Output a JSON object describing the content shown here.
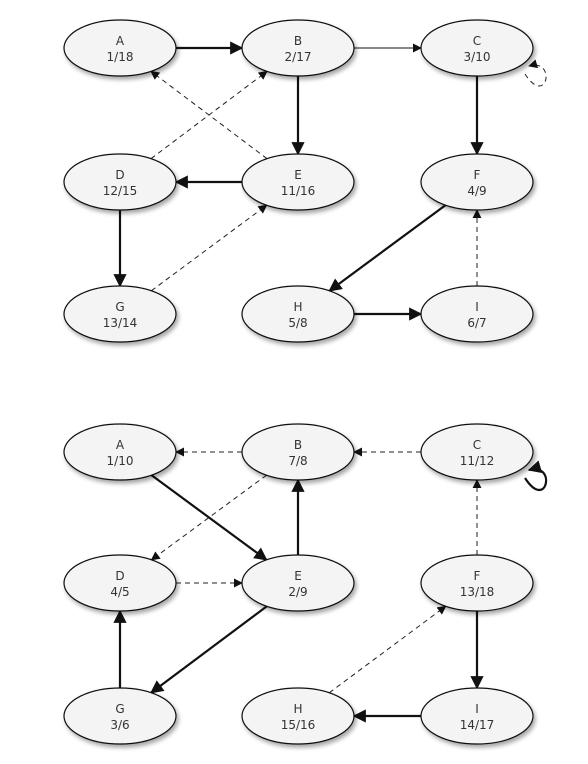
{
  "graphs": [
    {
      "nodes": [
        {
          "id": "A",
          "label": "A",
          "time": "1/18"
        },
        {
          "id": "B",
          "label": "B",
          "time": "2/17"
        },
        {
          "id": "C",
          "label": "C",
          "time": "3/10"
        },
        {
          "id": "D",
          "label": "D",
          "time": "12/15"
        },
        {
          "id": "E",
          "label": "E",
          "time": "11/16"
        },
        {
          "id": "F",
          "label": "F",
          "time": "4/9"
        },
        {
          "id": "G",
          "label": "G",
          "time": "13/14"
        },
        {
          "id": "H",
          "label": "H",
          "time": "5/8"
        },
        {
          "id": "I",
          "label": "I",
          "time": "6/7"
        }
      ],
      "edges": [
        {
          "from": "A",
          "to": "B",
          "style": "tree"
        },
        {
          "from": "B",
          "to": "C",
          "style": "thin"
        },
        {
          "from": "B",
          "to": "E",
          "style": "tree"
        },
        {
          "from": "C",
          "to": "F",
          "style": "tree"
        },
        {
          "from": "C",
          "to": "C",
          "style": "dashed"
        },
        {
          "from": "E",
          "to": "A",
          "style": "dashed"
        },
        {
          "from": "D",
          "to": "B",
          "style": "dashed"
        },
        {
          "from": "E",
          "to": "D",
          "style": "tree"
        },
        {
          "from": "D",
          "to": "G",
          "style": "tree"
        },
        {
          "from": "G",
          "to": "E",
          "style": "dashed"
        },
        {
          "from": "F",
          "to": "H",
          "style": "tree"
        },
        {
          "from": "H",
          "to": "I",
          "style": "tree"
        },
        {
          "from": "I",
          "to": "F",
          "style": "dashed"
        }
      ]
    },
    {
      "nodes": [
        {
          "id": "A",
          "label": "A",
          "time": "1/10"
        },
        {
          "id": "B",
          "label": "B",
          "time": "7/8"
        },
        {
          "id": "C",
          "label": "C",
          "time": "11/12"
        },
        {
          "id": "D",
          "label": "D",
          "time": "4/5"
        },
        {
          "id": "E",
          "label": "E",
          "time": "2/9"
        },
        {
          "id": "F",
          "label": "F",
          "time": "13/18"
        },
        {
          "id": "G",
          "label": "G",
          "time": "3/6"
        },
        {
          "id": "H",
          "label": "H",
          "time": "15/16"
        },
        {
          "id": "I",
          "label": "I",
          "time": "14/17"
        }
      ],
      "edges": [
        {
          "from": "B",
          "to": "A",
          "style": "dashed"
        },
        {
          "from": "C",
          "to": "B",
          "style": "dashed"
        },
        {
          "from": "C",
          "to": "C",
          "style": "tree"
        },
        {
          "from": "A",
          "to": "E",
          "style": "tree"
        },
        {
          "from": "B",
          "to": "D",
          "style": "dashed"
        },
        {
          "from": "E",
          "to": "B",
          "style": "tree"
        },
        {
          "from": "D",
          "to": "E",
          "style": "dashed"
        },
        {
          "from": "F",
          "to": "C",
          "style": "dashed"
        },
        {
          "from": "E",
          "to": "G",
          "style": "tree"
        },
        {
          "from": "G",
          "to": "D",
          "style": "tree"
        },
        {
          "from": "F",
          "to": "I",
          "style": "tree"
        },
        {
          "from": "H",
          "to": "F",
          "style": "dashed"
        },
        {
          "from": "I",
          "to": "H",
          "style": "tree"
        }
      ]
    }
  ]
}
